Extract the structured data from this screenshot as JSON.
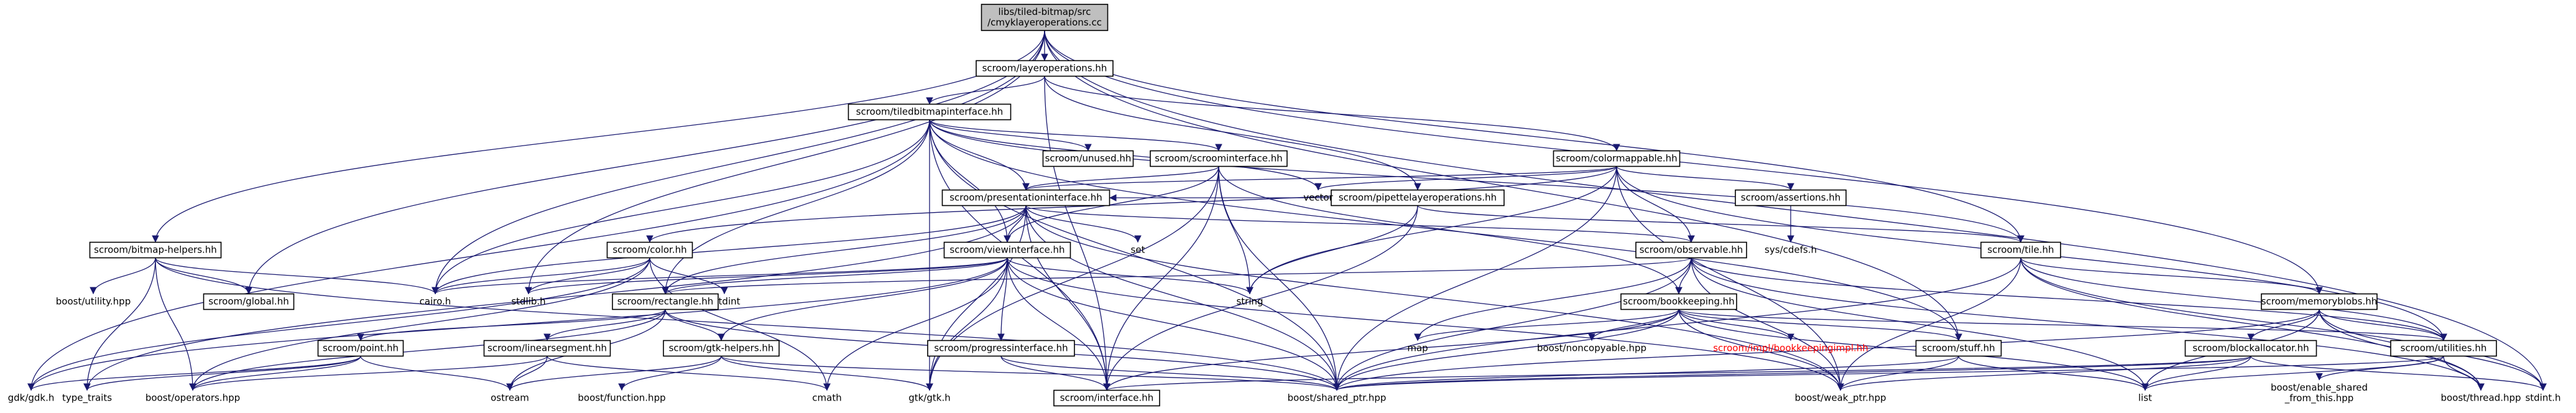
{
  "graph": {
    "root": "main",
    "nodes": [
      {
        "id": "main",
        "lines": [
          "libs/tiled-bitmap/src",
          "/cmyklayeroperations.cc"
        ],
        "kind": "root",
        "boxed": true
      },
      {
        "id": "layerops",
        "lines": [
          "scroom/layeroperations.hh"
        ],
        "kind": "normal",
        "boxed": true
      },
      {
        "id": "tiledbmp",
        "lines": [
          "scroom/tiledbitmapinterface.hh"
        ],
        "kind": "normal",
        "boxed": true
      },
      {
        "id": "colormappable",
        "lines": [
          "scroom/colormappable.hh"
        ],
        "kind": "normal",
        "boxed": true
      },
      {
        "id": "scroominterface",
        "lines": [
          "scroom/scroominterface.hh"
        ],
        "kind": "normal",
        "boxed": true
      },
      {
        "id": "unused",
        "lines": [
          "scroom/unused.hh"
        ],
        "kind": "normal",
        "boxed": true
      },
      {
        "id": "presentation",
        "lines": [
          "scroom/presentationinterface.hh"
        ],
        "kind": "normal",
        "boxed": true
      },
      {
        "id": "pipette",
        "lines": [
          "scroom/pipettelayeroperations.hh"
        ],
        "kind": "normal",
        "boxed": true
      },
      {
        "id": "assertions",
        "lines": [
          "scroom/assertions.hh"
        ],
        "kind": "normal",
        "boxed": true
      },
      {
        "id": "vector",
        "lines": [
          "vector"
        ],
        "kind": "system",
        "boxed": false
      },
      {
        "id": "set",
        "lines": [
          "set"
        ],
        "kind": "system",
        "boxed": false
      },
      {
        "id": "syscdefs",
        "lines": [
          "sys/cdefs.h"
        ],
        "kind": "system",
        "boxed": false
      },
      {
        "id": "bitmaphelpers",
        "lines": [
          "scroom/bitmap-helpers.hh"
        ],
        "kind": "normal",
        "boxed": true
      },
      {
        "id": "color",
        "lines": [
          "scroom/color.hh"
        ],
        "kind": "normal",
        "boxed": true
      },
      {
        "id": "viewinterface",
        "lines": [
          "scroom/viewinterface.hh"
        ],
        "kind": "normal",
        "boxed": true
      },
      {
        "id": "observable",
        "lines": [
          "scroom/observable.hh"
        ],
        "kind": "normal",
        "boxed": true
      },
      {
        "id": "tile",
        "lines": [
          "scroom/tile.hh"
        ],
        "kind": "normal",
        "boxed": true
      },
      {
        "id": "memoryblobs",
        "lines": [
          "scroom/memoryblobs.hh"
        ],
        "kind": "normal",
        "boxed": true
      },
      {
        "id": "boostutility",
        "lines": [
          "boost/utility.hpp"
        ],
        "kind": "system",
        "boxed": false
      },
      {
        "id": "global",
        "lines": [
          "scroom/global.hh"
        ],
        "kind": "normal",
        "boxed": true
      },
      {
        "id": "cairo",
        "lines": [
          "cairo.h"
        ],
        "kind": "system",
        "boxed": false
      },
      {
        "id": "stdlib",
        "lines": [
          "stdlib.h"
        ],
        "kind": "system",
        "boxed": false
      },
      {
        "id": "cstdint",
        "lines": [
          "cstdint"
        ],
        "kind": "system",
        "boxed": false
      },
      {
        "id": "rectangle",
        "lines": [
          "scroom/rectangle.hh"
        ],
        "kind": "normal",
        "boxed": true
      },
      {
        "id": "string",
        "lines": [
          "string"
        ],
        "kind": "system",
        "boxed": false
      },
      {
        "id": "bookkeeping",
        "lines": [
          "scroom/bookkeeping.hh"
        ],
        "kind": "normal",
        "boxed": true
      },
      {
        "id": "point",
        "lines": [
          "scroom/point.hh"
        ],
        "kind": "normal",
        "boxed": true
      },
      {
        "id": "linearsegment",
        "lines": [
          "scroom/linearsegment.hh"
        ],
        "kind": "normal",
        "boxed": true
      },
      {
        "id": "gtkhelpers",
        "lines": [
          "scroom/gtk-helpers.hh"
        ],
        "kind": "normal",
        "boxed": true
      },
      {
        "id": "progress",
        "lines": [
          "scroom/progressinterface.hh"
        ],
        "kind": "normal",
        "boxed": true
      },
      {
        "id": "map",
        "lines": [
          "map"
        ],
        "kind": "system",
        "boxed": false
      },
      {
        "id": "noncopyable",
        "lines": [
          "boost/noncopyable.hpp"
        ],
        "kind": "system",
        "boxed": false
      },
      {
        "id": "bkimpl",
        "lines": [
          "scroom/impl/bookkeepingimpl.hh"
        ],
        "kind": "missing",
        "boxed": false
      },
      {
        "id": "stuff",
        "lines": [
          "scroom/stuff.hh"
        ],
        "kind": "normal",
        "boxed": true
      },
      {
        "id": "blockalloc",
        "lines": [
          "scroom/blockallocator.hh"
        ],
        "kind": "normal",
        "boxed": true
      },
      {
        "id": "utilities",
        "lines": [
          "scroom/utilities.hh"
        ],
        "kind": "normal",
        "boxed": true
      },
      {
        "id": "stdinth",
        "lines": [
          "stdint.h"
        ],
        "kind": "system",
        "boxed": false
      },
      {
        "id": "typetraits",
        "lines": [
          "type_traits"
        ],
        "kind": "system",
        "boxed": false
      },
      {
        "id": "gdkgdk",
        "lines": [
          "gdk/gdk.h"
        ],
        "kind": "system",
        "boxed": false
      },
      {
        "id": "boostops",
        "lines": [
          "boost/operators.hpp"
        ],
        "kind": "system",
        "boxed": false
      },
      {
        "id": "ostream",
        "lines": [
          "ostream"
        ],
        "kind": "system",
        "boxed": false
      },
      {
        "id": "boostfunc",
        "lines": [
          "boost/function.hpp"
        ],
        "kind": "system",
        "boxed": false
      },
      {
        "id": "cmath",
        "lines": [
          "cmath"
        ],
        "kind": "system",
        "boxed": false
      },
      {
        "id": "gtkgtk",
        "lines": [
          "gtk/gtk.h"
        ],
        "kind": "system",
        "boxed": false
      },
      {
        "id": "interfaceh",
        "lines": [
          "scroom/interface.hh"
        ],
        "kind": "normal",
        "boxed": true
      },
      {
        "id": "sharedptr",
        "lines": [
          "boost/shared_ptr.hpp"
        ],
        "kind": "system",
        "boxed": false
      },
      {
        "id": "weakptr",
        "lines": [
          "boost/weak_ptr.hpp"
        ],
        "kind": "system",
        "boxed": false
      },
      {
        "id": "list",
        "lines": [
          "list"
        ],
        "kind": "system",
        "boxed": false
      },
      {
        "id": "enableshared",
        "lines": [
          "boost/enable_shared",
          "_from_this.hpp"
        ],
        "kind": "system",
        "boxed": false
      },
      {
        "id": "boostthread",
        "lines": [
          "boost/thread.hpp"
        ],
        "kind": "system",
        "boxed": false
      }
    ],
    "edges": [
      [
        "main",
        "layerops"
      ],
      [
        "main",
        "bitmaphelpers"
      ],
      [
        "main",
        "global"
      ],
      [
        "main",
        "cairo"
      ],
      [
        "main",
        "tile"
      ],
      [
        "main",
        "memoryblobs"
      ],
      [
        "main",
        "stuff"
      ],
      [
        "main",
        "stdinth"
      ],
      [
        "main",
        "stdlib"
      ],
      [
        "layerops",
        "tiledbmp"
      ],
      [
        "layerops",
        "colormappable"
      ],
      [
        "layerops",
        "pipette"
      ],
      [
        "layerops",
        "interfaceh"
      ],
      [
        "tiledbmp",
        "scroominterface"
      ],
      [
        "tiledbmp",
        "unused"
      ],
      [
        "tiledbmp",
        "presentation"
      ],
      [
        "tiledbmp",
        "viewinterface"
      ],
      [
        "tiledbmp",
        "rectangle"
      ],
      [
        "tiledbmp",
        "tile"
      ],
      [
        "tiledbmp",
        "vector"
      ],
      [
        "tiledbmp",
        "cairo"
      ],
      [
        "tiledbmp",
        "gdkgdk"
      ],
      [
        "tiledbmp",
        "gtkgtk"
      ],
      [
        "tiledbmp",
        "interfaceh"
      ],
      [
        "tiledbmp",
        "sharedptr"
      ],
      [
        "tiledbmp",
        "stuff"
      ],
      [
        "scroominterface",
        "presentation"
      ],
      [
        "scroominterface",
        "viewinterface"
      ],
      [
        "scroominterface",
        "string"
      ],
      [
        "scroominterface",
        "gtkgtk"
      ],
      [
        "scroominterface",
        "interfaceh"
      ],
      [
        "scroominterface",
        "sharedptr"
      ],
      [
        "scroominterface",
        "bookkeeping"
      ],
      [
        "colormappable",
        "presentation"
      ],
      [
        "colormappable",
        "observable"
      ],
      [
        "colormappable",
        "assertions"
      ],
      [
        "colormappable",
        "vector"
      ],
      [
        "colormappable",
        "color"
      ],
      [
        "colormappable",
        "string"
      ],
      [
        "colormappable",
        "sharedptr"
      ],
      [
        "colormappable",
        "weakptr"
      ],
      [
        "colormappable",
        "utilities"
      ],
      [
        "presentation",
        "viewinterface"
      ],
      [
        "presentation",
        "observable"
      ],
      [
        "presentation",
        "set"
      ],
      [
        "presentation",
        "gtkgtk"
      ],
      [
        "presentation",
        "interfaceh"
      ],
      [
        "presentation",
        "sharedptr"
      ],
      [
        "presentation",
        "weakptr"
      ],
      [
        "presentation",
        "cairo"
      ],
      [
        "presentation",
        "rectangle"
      ],
      [
        "presentation",
        "typetraits"
      ],
      [
        "pipette",
        "presentation"
      ],
      [
        "pipette",
        "tile"
      ],
      [
        "pipette",
        "string"
      ],
      [
        "pipette",
        "interfaceh"
      ],
      [
        "assertions",
        "syscdefs"
      ],
      [
        "bitmaphelpers",
        "boostutility"
      ],
      [
        "bitmaphelpers",
        "global"
      ],
      [
        "bitmaphelpers",
        "cairo"
      ],
      [
        "bitmaphelpers",
        "boostops"
      ],
      [
        "bitmaphelpers",
        "typetraits"
      ],
      [
        "bitmaphelpers",
        "sharedptr"
      ],
      [
        "color",
        "cairo"
      ],
      [
        "color",
        "stdlib"
      ],
      [
        "color",
        "cstdint"
      ],
      [
        "color",
        "gdkgdk"
      ],
      [
        "color",
        "cmath"
      ],
      [
        "color",
        "boostops"
      ],
      [
        "viewinterface",
        "rectangle"
      ],
      [
        "viewinterface",
        "string"
      ],
      [
        "viewinterface",
        "progress"
      ],
      [
        "viewinterface",
        "gtkhelpers"
      ],
      [
        "viewinterface",
        "gtkgtk"
      ],
      [
        "viewinterface",
        "cmath"
      ],
      [
        "viewinterface",
        "interfaceh"
      ],
      [
        "viewinterface",
        "sharedptr"
      ],
      [
        "viewinterface",
        "weakptr"
      ],
      [
        "viewinterface",
        "cairo"
      ],
      [
        "viewinterface",
        "stdlib"
      ],
      [
        "viewinterface",
        "gdkgdk"
      ],
      [
        "observable",
        "bookkeeping"
      ],
      [
        "observable",
        "utilities"
      ],
      [
        "observable",
        "map"
      ],
      [
        "observable",
        "sharedptr"
      ],
      [
        "observable",
        "weakptr"
      ],
      [
        "observable",
        "list"
      ],
      [
        "observable",
        "boostthread"
      ],
      [
        "observable",
        "rectangle"
      ],
      [
        "tile",
        "memoryblobs"
      ],
      [
        "tile",
        "utilities"
      ],
      [
        "tile",
        "sharedptr"
      ],
      [
        "tile",
        "weakptr"
      ],
      [
        "tile",
        "stdinth"
      ],
      [
        "tile",
        "boostthread"
      ],
      [
        "memoryblobs",
        "blockalloc"
      ],
      [
        "memoryblobs",
        "utilities"
      ],
      [
        "memoryblobs",
        "list"
      ],
      [
        "memoryblobs",
        "stdinth"
      ],
      [
        "memoryblobs",
        "sharedptr"
      ],
      [
        "memoryblobs",
        "boostthread"
      ],
      [
        "rectangle",
        "point"
      ],
      [
        "rectangle",
        "linearsegment"
      ],
      [
        "rectangle",
        "gtkhelpers"
      ],
      [
        "rectangle",
        "boostops"
      ],
      [
        "rectangle",
        "ostream"
      ],
      [
        "rectangle",
        "sharedptr"
      ],
      [
        "bookkeeping",
        "map"
      ],
      [
        "bookkeeping",
        "noncopyable"
      ],
      [
        "bookkeeping",
        "bkimpl"
      ],
      [
        "bookkeeping",
        "stuff"
      ],
      [
        "bookkeeping",
        "utilities"
      ],
      [
        "bookkeeping",
        "sharedptr"
      ],
      [
        "bookkeeping",
        "weakptr"
      ],
      [
        "bookkeeping",
        "list"
      ],
      [
        "bookkeeping",
        "interfaceh"
      ],
      [
        "point",
        "gdkgdk"
      ],
      [
        "point",
        "boostops"
      ],
      [
        "point",
        "ostream"
      ],
      [
        "point",
        "typetraits"
      ],
      [
        "linearsegment",
        "boostops"
      ],
      [
        "linearsegment",
        "ostream"
      ],
      [
        "linearsegment",
        "cmath"
      ],
      [
        "gtkhelpers",
        "boostfunc"
      ],
      [
        "gtkhelpers",
        "gtkgtk"
      ],
      [
        "gtkhelpers",
        "ostream"
      ],
      [
        "gtkhelpers",
        "sharedptr"
      ],
      [
        "progress",
        "sharedptr"
      ],
      [
        "progress",
        "interfaceh"
      ],
      [
        "stuff",
        "sharedptr"
      ],
      [
        "stuff",
        "list"
      ],
      [
        "stuff",
        "weakptr"
      ],
      [
        "blockalloc",
        "interfaceh"
      ],
      [
        "blockalloc",
        "list"
      ],
      [
        "blockalloc",
        "stdinth"
      ],
      [
        "blockalloc",
        "sharedptr"
      ],
      [
        "blockalloc",
        "weakptr"
      ],
      [
        "utilities",
        "enableshared"
      ],
      [
        "utilities",
        "boostthread"
      ],
      [
        "utilities",
        "list"
      ],
      [
        "utilities",
        "sharedptr"
      ]
    ]
  }
}
